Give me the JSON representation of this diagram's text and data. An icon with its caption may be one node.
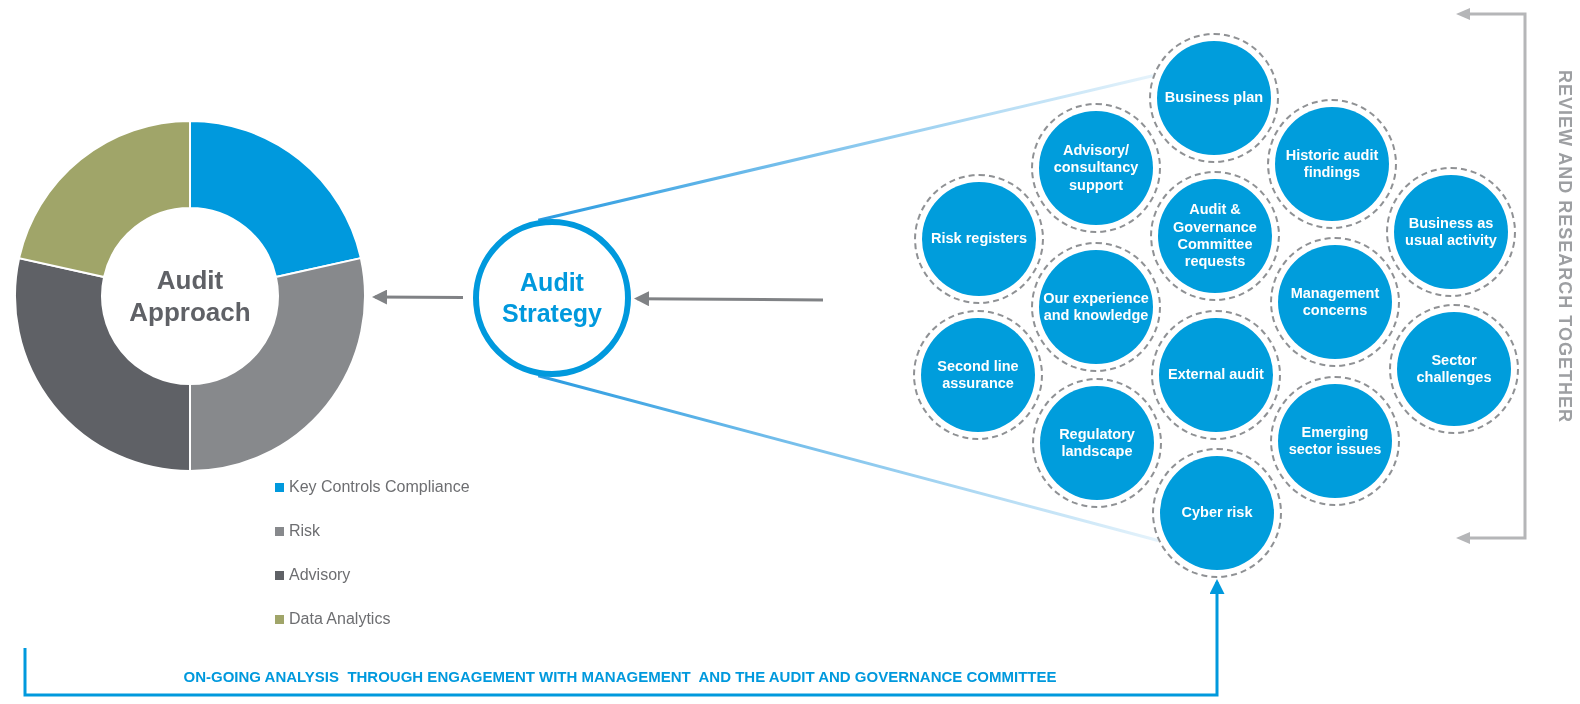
{
  "diagram": {
    "nodes": [
      {
        "text": [
          "Audit Approach"
        ]
      },
      {
        "text": [
          "Audit Strategy"
        ]
      },
      {
        "text": [
          "Business plan"
        ]
      },
      {
        "text": [
          "Advisory/ consultancy support"
        ]
      },
      {
        "text": [
          "Historic audit findings"
        ]
      },
      {
        "text": [
          "Risk registers"
        ]
      },
      {
        "text": [
          "Audit & Governance Committee requests"
        ]
      },
      {
        "text": [
          "Business as usual activity"
        ]
      },
      {
        "text": [
          "Our experience and knowledge"
        ]
      },
      {
        "text": [
          "Management concerns"
        ]
      },
      {
        "text": [
          "Second line assurance"
        ]
      },
      {
        "text": [
          "External audit"
        ]
      },
      {
        "text": [
          "Sector challenges"
        ]
      },
      {
        "text": [
          "Regulatory landscape"
        ]
      },
      {
        "text": [
          "Emerging sector issues"
        ]
      },
      {
        "text": [
          "Cyber risk"
        ]
      }
    ],
    "edges": [
      {
        "from": 1,
        "to": 0,
        "arrow": "to",
        "color": "#808285"
      },
      {
        "from": null,
        "to": 1,
        "arrow": "to",
        "color": "#808285"
      },
      {
        "from": 1,
        "to": 2,
        "arrow": "none",
        "color": "#2a9be0"
      },
      {
        "from": 1,
        "to": 15,
        "arrow": "none",
        "color": "#2a9be0"
      },
      {
        "from": null,
        "to": 15,
        "arrow": "to",
        "color": "#0099dd",
        "label": "ON-GOING ANALYSIS  THROUGH ENGAGEMENT WITH MANAGEMENT  AND THE AUDIT AND GOVERNANCE COMMITTEE"
      }
    ],
    "labels": [
      "REVIEW AND RESEARCH TOGETHER"
    ],
    "legend": [
      {
        "text": "Key Controls Compliance",
        "color": "#0099dd"
      },
      {
        "text": "Risk",
        "color": "#87898c"
      },
      {
        "text": "Advisory",
        "color": "#5f6166"
      },
      {
        "text": "Data Analytics",
        "color": "#a0a569"
      }
    ]
  }
}
